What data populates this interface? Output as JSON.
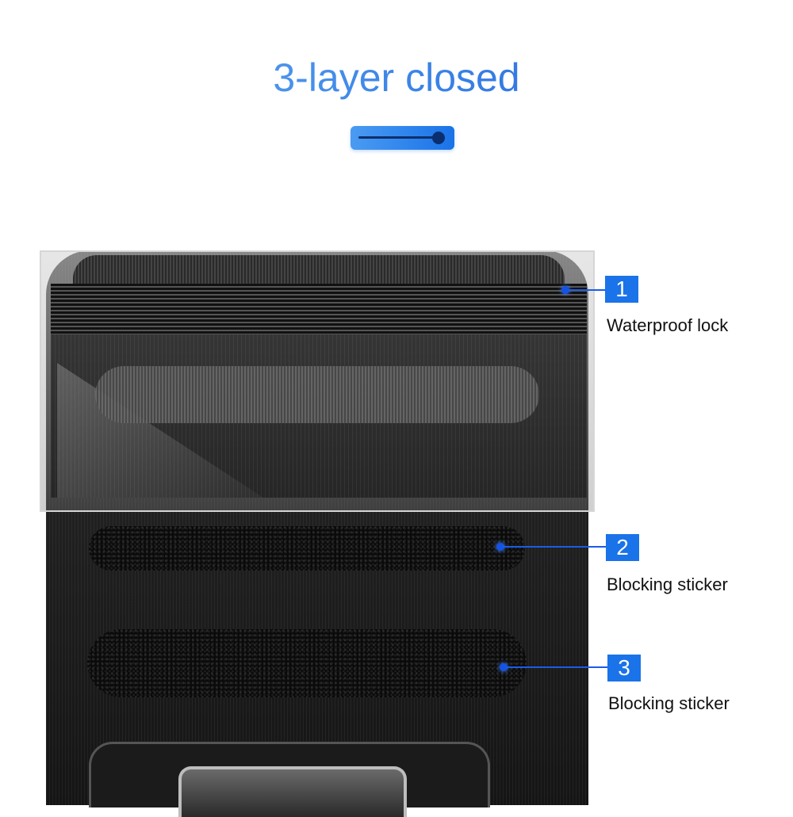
{
  "header": {
    "title": "3-layer closed"
  },
  "slider": {
    "accent_color": "#1a73e8",
    "level": 1.0
  },
  "callouts": [
    {
      "number": "1",
      "label": "Waterproof lock"
    },
    {
      "number": "2",
      "label": "Blocking sticker"
    },
    {
      "number": "3",
      "label": "Blocking sticker"
    }
  ],
  "colors": {
    "badge": "#1a73e8",
    "pouch": "#1e1e1e"
  }
}
